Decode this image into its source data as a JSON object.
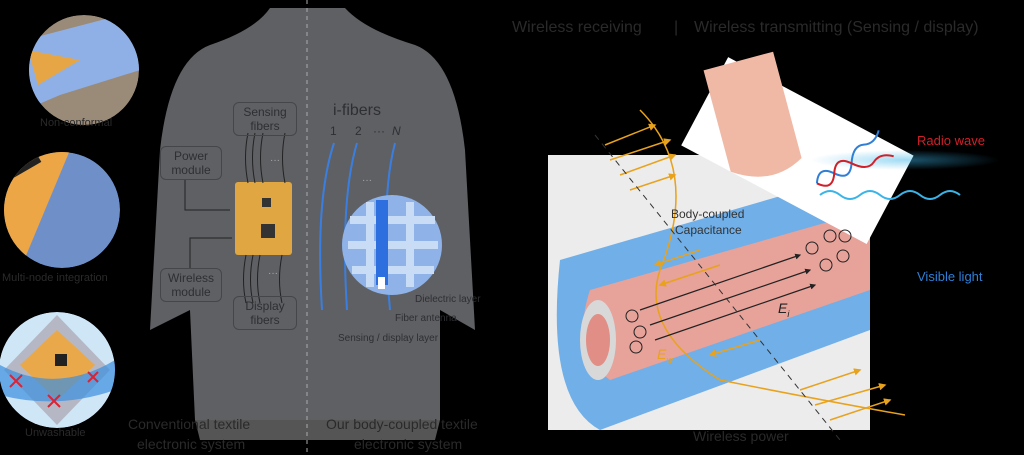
{
  "left_panel": {
    "insets": [
      {
        "label": "Non-conformal"
      },
      {
        "label": "Multi-node integration"
      },
      {
        "label": "Unwashable"
      }
    ]
  },
  "shirt": {
    "sensing_fibers": "Sensing fibers",
    "power_module": "Power module",
    "wireless_module": "Wireless module",
    "display_fibers": "Display fibers",
    "ifibers_title": "i-fibers",
    "fiber_indices": [
      "1",
      "2",
      "···",
      "N"
    ],
    "ellipsis": "···",
    "dielectric_layer": "Dielectric layer",
    "fiber_antenna": "Fiber antenna",
    "sensing_display_layer": "Sensing / display layer",
    "conventional_caption_1": "Conventional textile",
    "conventional_caption_2": "electronic system",
    "ours_caption_1": "Our body-coupled textile",
    "ours_caption_2": "electronic system"
  },
  "right_panel": {
    "header_left": "Wireless receiving",
    "header_sep": "|",
    "header_right": "Wireless transmitting (Sensing / display)",
    "body_coupled_1": "Body-coupled",
    "body_coupled_2": "Capacitance",
    "e_i": "E",
    "e_i_sub": "i",
    "e_w": "E",
    "e_w_sub": "w",
    "radio_wave": "Radio wave",
    "visible_light": "Visible light",
    "wireless_power": "Wireless power",
    "colors": {
      "radio": "#d0202a",
      "light": "#2f7fd6",
      "power": "#e8a21c"
    }
  }
}
